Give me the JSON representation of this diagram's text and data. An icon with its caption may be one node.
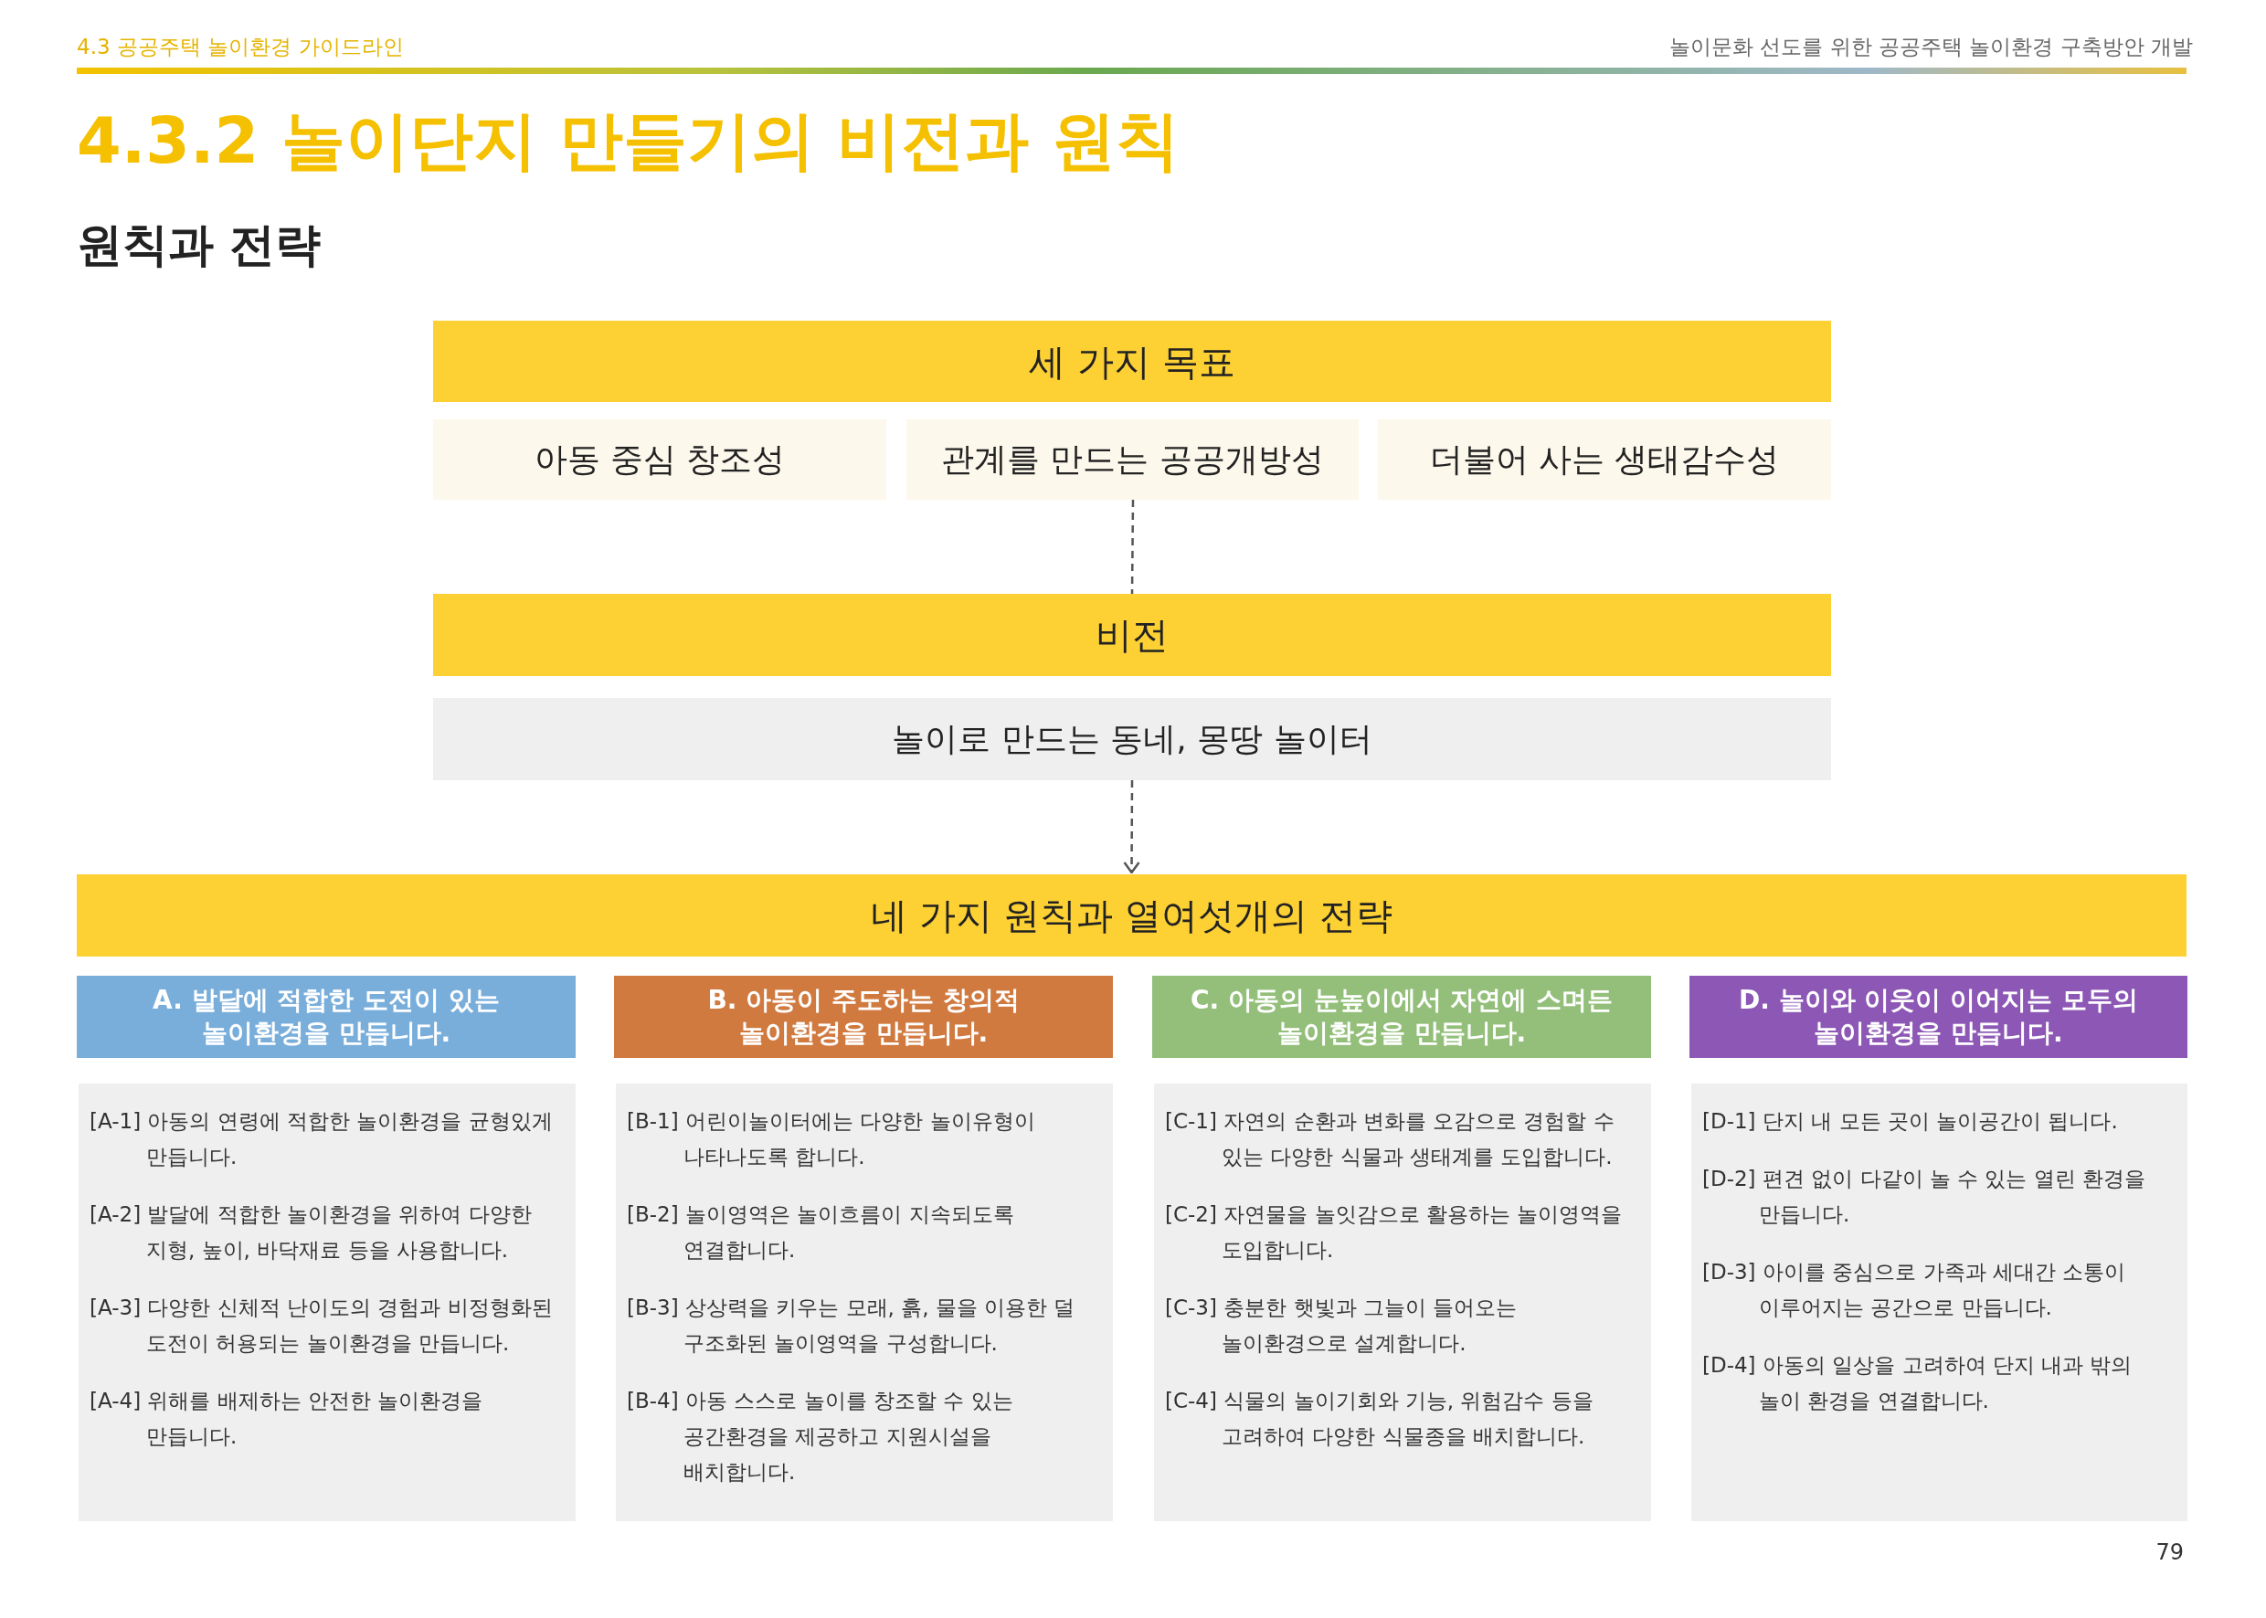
{
  "diagram": {
    "title": "4.3.2 놀이단지 만들기의 비전과 원칙",
    "nodes": [
      {
        "text": [
          "세 가지 목표"
        ]
      },
      {
        "text": [
          "아동 중심 창조성"
        ]
      },
      {
        "text": [
          "관계를 만드는 공공개방성"
        ]
      },
      {
        "text": [
          "더불어 사는 생태감수성"
        ]
      },
      {
        "text": [
          "비전"
        ]
      },
      {
        "text": [
          "놀이로 만드는 동네, 몽땅 놀이터"
        ]
      },
      {
        "text": [
          "네 가지 원칙과  열여섯개의 전략"
        ]
      },
      {
        "text": [
          "A. 발달에 적합한 도전이 있는 놀이환경을 만듭니다."
        ]
      },
      {
        "text": [
          "B. 아동이 주도하는 창의적 놀이환경을 만듭니다."
        ]
      },
      {
        "text": [
          "C. 아동의 눈높이에서 자연에 스며든 놀이환경을 만듭니다."
        ]
      },
      {
        "text": [
          "D. 놀이와 이웃이 이어지는 모두의 놀이환경을 만듭니다."
        ]
      },
      {
        "text": [
          "[A-1] 아동의 연령에 적합한 놀이환경을 균형있게 만듭니다.",
          "[A-2] 발달에 적합한 놀이환경을 위하여 다양한 지형, 높이, 바닥재료 등을 사용합니다.",
          "[A-3] 다양한 신체적 난이도의 경험과 비정형화된 도전이 허용되는 놀이환경을 만듭니다.",
          "[A-4] 위해를 배제하는 안전한 놀이환경을 만듭니다."
        ]
      },
      {
        "text": [
          "[B-1] 어린이놀이터에는 다양한 놀이유형이 나타나도록 합니다.",
          "[B-2] 놀이영역은 놀이흐름이 지속되도록 연결합니다.",
          "[B-3] 상상력을 키우는 모래, 흙, 물을 이용한 덜 구조화된 놀이영역을 구성합니다.",
          "[B-4] 아동 스스로 놀이를 창조할 수 있는 공간환경을 제공하고 지원시설을 배치합니다."
        ]
      },
      {
        "text": [
          "[C-1] 자연의 순환과 변화를 오감으로 경험할 수 있는 다양한 식물과 생태계를 도입합니다.",
          "[C-2] 자연물을 놀잇감으로 활용하는 놀이영역을 도입합니다.",
          "[C-3] 충분한 햇빛과 그늘이 들어오는 놀이환경으로 설계합니다.",
          "[C-4] 식물의 놀이기회와 기능, 위험감수 등을 고려하여 다양한 식물종을 배치합니다."
        ]
      },
      {
        "text": [
          "[D-1] 단지 내 모든 곳이 놀이공간이 됩니다.",
          "[D-2] 편견 없이 다같이 놀 수 있는 열린 환경을 만듭니다.",
          "[D-3] 아이를 중심으로 가족과 세대간 소통이 이루어지는 공간으로 만듭니다.",
          "[D-4] 아동의 일상을 고려하여 단지 내과 밖의 놀이 환경을 연결합니다."
        ]
      }
    ],
    "edges": [
      {
        "from": 2,
        "to": 4,
        "arrow": "none",
        "style": "dashed"
      },
      {
        "from": 5,
        "to": 6,
        "arrow": "to",
        "style": "dashed"
      }
    ],
    "labels": [
      "4.3 공공주택 놀이환경 가이드라인",
      "놀이문화 선도를 위한 공공주택 놀이환경 구축방안 개발",
      "원칙과 전략",
      "79"
    ]
  }
}
